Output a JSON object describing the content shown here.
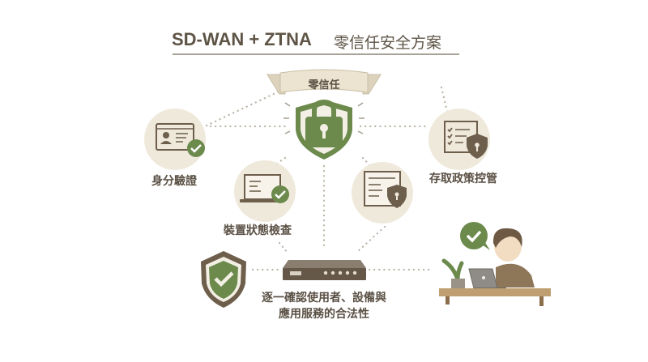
{
  "title": {
    "main": "SD-WAN + ZTNA",
    "sub": "零信任安全方案"
  },
  "banner": "零信任",
  "nodes": {
    "identity": "身分驗證",
    "device": "裝置狀態檢查",
    "policy": "存取政策控管"
  },
  "caption": {
    "line1": "逐一確認使用者、設備與",
    "line2": "應用服務的合法性"
  },
  "colors": {
    "green": "#6b8a4c",
    "brown": "#6e5e4c",
    "circle": "#efe9db",
    "text": "#5a5044"
  }
}
